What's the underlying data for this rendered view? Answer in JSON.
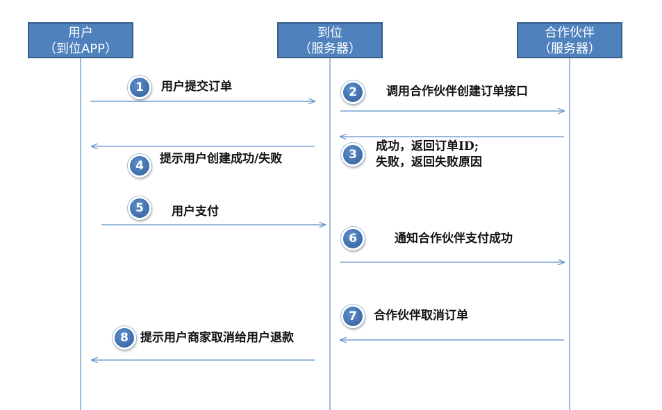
{
  "actors": [
    {
      "line1": "用户",
      "line2": "（到位APP）"
    },
    {
      "line1": "到位",
      "line2": "（服务器）"
    },
    {
      "line1": "合作伙伴",
      "line2": "（服务器）"
    }
  ],
  "steps": [
    {
      "number": "1",
      "label": "用户提交订单"
    },
    {
      "number": "2",
      "label": "调用合作伙伴创建订单接口"
    },
    {
      "number": "3",
      "label_line1": "成功，返回订单ID;",
      "label_line2": "失败，返回失败原因"
    },
    {
      "number": "4",
      "label": "提示用户创建成功/失败"
    },
    {
      "number": "5",
      "label": "用户支付"
    },
    {
      "number": "6",
      "label": "通知合作伙伴支付成功"
    },
    {
      "number": "7",
      "label": "合作伙伴取消订单"
    },
    {
      "number": "8",
      "label": "提示用户商家取消给用户退款"
    }
  ],
  "colors": {
    "actor_fill": "#4f81bd",
    "actor_border": "#385d8a",
    "line": "#5b8dc9",
    "badge": "#3b6aa6"
  }
}
